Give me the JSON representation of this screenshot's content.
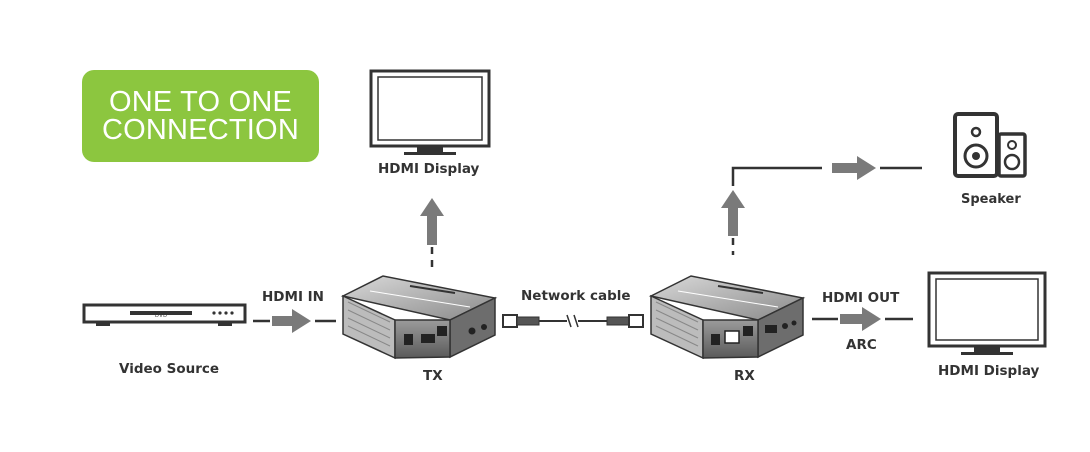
{
  "badge": {
    "line1": "ONE TO ONE",
    "line2": "CONNECTION"
  },
  "labels": {
    "hdmi_display_top": "HDMI Display",
    "speaker": "Speaker",
    "hdmi_in": "HDMI IN",
    "network_cable": "Network cable",
    "hdmi_out": "HDMI OUT",
    "arc": "ARC",
    "video_source": "Video Source",
    "tx": "TX",
    "rx": "RX",
    "hdmi_display_right": "HDMI Display"
  },
  "dvd_player": {
    "logo_text": "DVD"
  },
  "colors": {
    "badge_green": "#8cc63f",
    "arrow_gray": "#7a7a7a",
    "line_dark": "#333333",
    "device_dark": "#3a3a3a"
  }
}
